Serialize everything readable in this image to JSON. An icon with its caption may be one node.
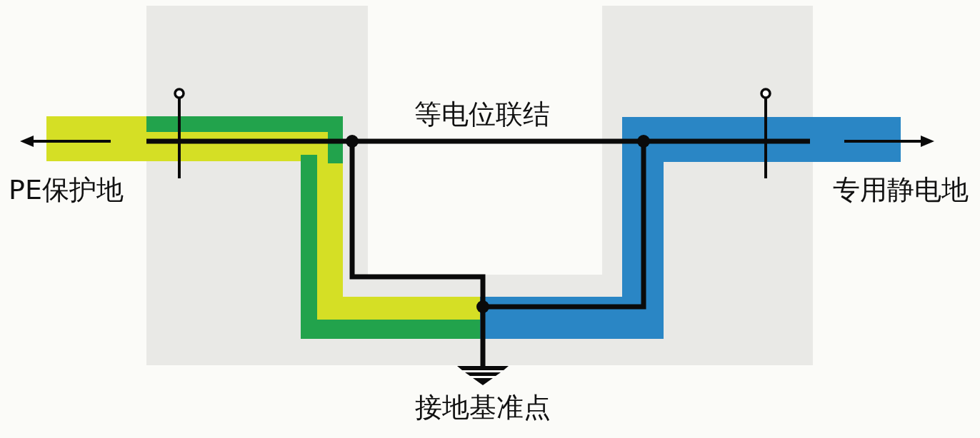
{
  "diagram": {
    "labels": [
      "等电位联结",
      "PE保护地",
      "专用静电地",
      "接地基准点"
    ]
  }
}
